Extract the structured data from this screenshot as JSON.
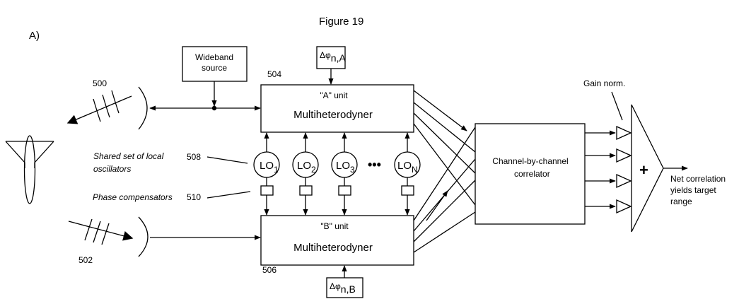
{
  "figure_title": "Figure 19",
  "panel_label": "A)",
  "wideband_source": {
    "line1": "Wideband",
    "line2": "source"
  },
  "phase_offset_a": {
    "symbol": "Δφ",
    "subscript": "n,A"
  },
  "phase_offset_b": {
    "symbol": "Δφ",
    "subscript": "n,B"
  },
  "unit_a": {
    "tag": "\"A\" unit",
    "name": "Multiheterodyner",
    "ref": "504"
  },
  "unit_b": {
    "tag": "\"B\" unit",
    "name": "Multiheterodyner",
    "ref": "506"
  },
  "antenna_a_ref": "500",
  "antenna_b_ref": "502",
  "lo_label": {
    "line1": "Shared set of local",
    "line2": "oscillators",
    "ref": "508"
  },
  "phase_comp_label": {
    "text": "Phase compensators",
    "ref": "510"
  },
  "oscillators": [
    {
      "base": "LO",
      "sub": "1"
    },
    {
      "base": "LO",
      "sub": "2"
    },
    {
      "base": "LO",
      "sub": "3"
    },
    {
      "base": "LO",
      "sub": "N"
    }
  ],
  "ellipsis": "•••",
  "correlator": {
    "line1": "Channel-by-channel",
    "line2": "correlator"
  },
  "gain_label": "Gain norm.",
  "summer_symbol": "+",
  "output": {
    "line1": "Net correlation",
    "line2": "yields target",
    "line3": "range"
  }
}
